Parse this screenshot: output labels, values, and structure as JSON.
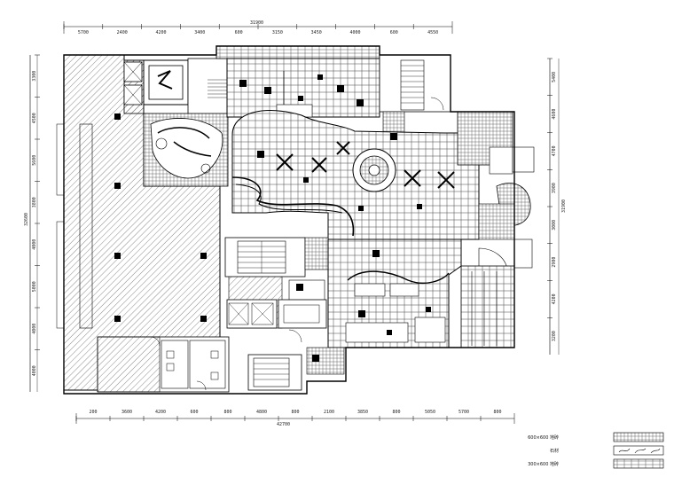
{
  "drawing": {
    "top_dims": {
      "overall": "31900",
      "segments": [
        "5700",
        "2400",
        "4200",
        "3400",
        "600",
        "3150",
        "3450",
        "4000",
        "600",
        "4550"
      ]
    },
    "bottom_dims": {
      "overall": "42700",
      "segments": [
        "200",
        "3600",
        "4200",
        "600",
        "800",
        "4800",
        "800",
        "2100",
        "3850",
        "800",
        "5050",
        "5700",
        "800"
      ]
    },
    "left_dims": {
      "overall": "32600",
      "segments": [
        "3300",
        "4500",
        "5600",
        "3800",
        "4000",
        "5000",
        "4000",
        "4000"
      ]
    },
    "right_dims": {
      "overall": "31900",
      "segments": [
        "5400",
        "4600",
        "4700",
        "3900",
        "3000",
        "2900",
        "4200",
        "3200"
      ]
    },
    "legend": [
      {
        "label": "600×600 地砖",
        "pattern": "grid"
      },
      {
        "label": "石材",
        "pattern": "stone"
      },
      {
        "label": "300×600 地砖",
        "pattern": "brick"
      }
    ]
  }
}
